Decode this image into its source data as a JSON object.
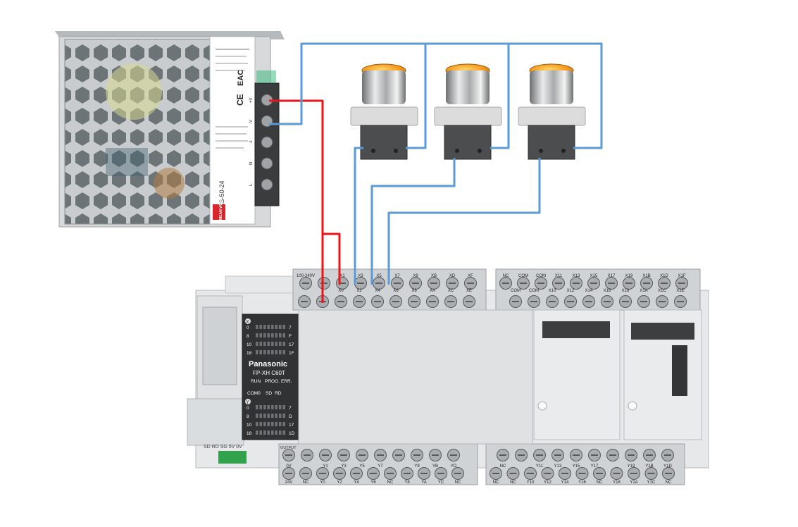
{
  "power_supply": {
    "model": "LRS-50-24",
    "brand": "MEAN WELL",
    "ce_mark": "CE",
    "eac_mark": "EAC",
    "terminals": [
      "+V",
      "-V",
      "⏚",
      "N",
      "L"
    ]
  },
  "plc": {
    "brand": "Panasonic",
    "model": "FP-XH C60T",
    "x_label": "X",
    "y_label": "Y",
    "status_leds": [
      "RUN",
      "PROG.",
      "ERR."
    ],
    "com_row": [
      "COM0",
      "SD",
      "RD"
    ],
    "x_led_rows": [
      {
        "start": "0",
        "end": "7"
      },
      {
        "start": "8",
        "end": "F"
      },
      {
        "start": "10",
        "end": "17"
      },
      {
        "start": "18",
        "end": "1F"
      }
    ],
    "y_led_rows": [
      {
        "start": "0",
        "end": "7"
      },
      {
        "start": "8",
        "end": "D"
      },
      {
        "start": "10",
        "end": "17"
      },
      {
        "start": "18",
        "end": "1D"
      }
    ],
    "input_top_left": [
      "100-240V",
      "",
      "X1",
      "X3",
      "X5",
      "X7",
      "X9",
      "XB",
      "XD",
      "XF"
    ],
    "input_bottom_left": [
      "",
      "",
      "X0",
      "X2",
      "X4",
      "X6",
      "X8",
      "XA",
      "XC",
      "XE"
    ],
    "input_top_right": [
      "NC",
      "COM",
      "COM",
      "X11",
      "X13",
      "X15",
      "X17",
      "X19",
      "X1B",
      "X1D",
      "X1F"
    ],
    "input_bottom_right": [
      "COM",
      "COM",
      "X10",
      "X12",
      "X14",
      "X16",
      "X18",
      "X1A",
      "X1C",
      "X1E"
    ],
    "output_top_left": [
      "0V",
      "",
      "Y1",
      "Y3",
      "Y5",
      "Y7",
      "",
      "Y9",
      "YB",
      "YD"
    ],
    "output_bottom_left": [
      "24V",
      "NC",
      "Y0",
      "Y2",
      "Y4",
      "Y6",
      "NC",
      "Y8",
      "YA",
      "YC",
      "NC"
    ],
    "output_top_right": [
      "NC",
      "",
      "Y11",
      "Y13",
      "Y15",
      "Y17",
      "",
      "Y19",
      "Y1B",
      "Y1D"
    ],
    "output_bottom_right": [
      "NC",
      "NC",
      "Y10",
      "Y12",
      "Y14",
      "Y16",
      "NC",
      "Y18",
      "Y1A",
      "Y1C",
      "NC"
    ],
    "output_tag": "OUTPUT",
    "serial_labels": "SD RD SG 5V 0V"
  },
  "colors": {
    "red_wire": "#e8161b",
    "blue_wire": "#5b9bd5",
    "plc_body": "#e3e5e6",
    "button_cap": "#f0a020"
  },
  "icons": [
    "push-button-icon"
  ]
}
